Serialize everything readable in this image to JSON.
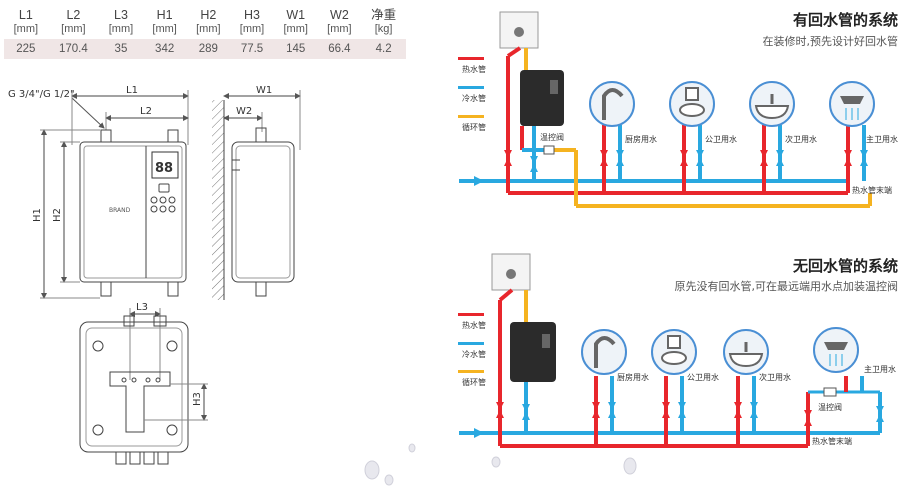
{
  "spec_table": {
    "headers": [
      "L1",
      "L2",
      "L3",
      "H1",
      "H2",
      "H3",
      "W1",
      "W2",
      "净重"
    ],
    "units": [
      "[mm]",
      "[mm]",
      "[mm]",
      "[mm]",
      "[mm]",
      "[mm]",
      "[mm]",
      "[mm]",
      "[kg]"
    ],
    "values": [
      "225",
      "170.4",
      "35",
      "342",
      "289",
      "77.5",
      "145",
      "66.4",
      "4.2"
    ]
  },
  "dims": {
    "pipe": "G 3/4\"/G 1/2\"",
    "l1": "L1",
    "l2": "L2",
    "l3": "L3",
    "h1": "H1",
    "h2": "H2",
    "h3": "H3",
    "w1": "W1",
    "w2": "W2",
    "display": "88",
    "brand": "BRAND"
  },
  "legend": {
    "hot": "热水管",
    "cold": "冷水管",
    "circ": "循环管"
  },
  "sys1": {
    "title": "有回水管的系统",
    "subtitle": "在装修时,预先设计好回水管",
    "valve": "温控阀",
    "kitchen": "厨房用水",
    "wc": "公卫用水",
    "sub_bath": "次卫用水",
    "main_bath": "主卫用水",
    "end": "热水管末端"
  },
  "sys2": {
    "title": "无回水管的系统",
    "subtitle": "原先没有回水管,可在最远端用水点加装温控阀",
    "valve": "温控阀",
    "kitchen": "厨房用水",
    "wc": "公卫用水",
    "sub_bath": "次卫用水",
    "main_bath": "主卫用水",
    "end": "热水管末端"
  },
  "colors": {
    "hot": "#e8262c",
    "cold": "#29a8e0",
    "circ": "#f5b320",
    "heater": "#2b2b2b",
    "circle": "#4a8fd4"
  }
}
